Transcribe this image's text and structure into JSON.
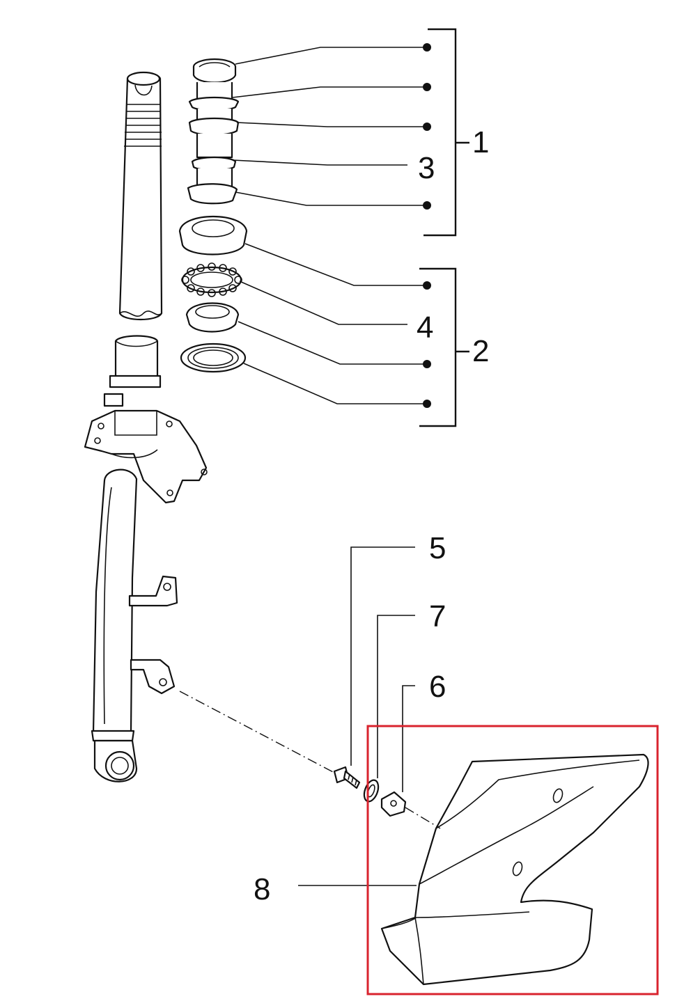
{
  "callouts": {
    "c1": "1",
    "c2": "2",
    "c3": "3",
    "c4": "4",
    "c5": "5",
    "c6": "6",
    "c7": "7",
    "c8": "8"
  },
  "colors": {
    "line": "#111111",
    "highlight": "#d9232e",
    "background": "#ffffff"
  },
  "icons": {
    "group_marker": "filled-dot"
  }
}
